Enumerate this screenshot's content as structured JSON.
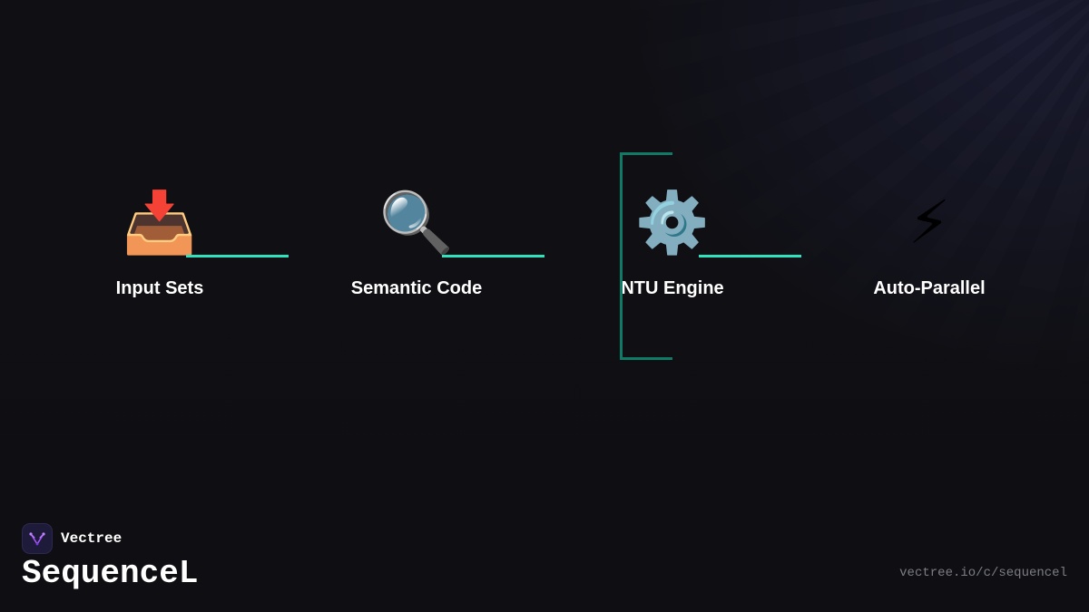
{
  "steps": [
    {
      "label": "Input Sets",
      "icon": "📥",
      "icon_name": "inbox-tray-icon"
    },
    {
      "label": "Semantic Code",
      "icon": "🔍",
      "icon_name": "magnifier-icon"
    },
    {
      "label": "NTU Engine",
      "icon": "⚙️",
      "icon_name": "gear-icon"
    },
    {
      "label": "Auto-Parallel",
      "icon": "⚡",
      "icon_name": "lightning-icon"
    }
  ],
  "brand": {
    "name": "Vectree",
    "product": "SequenceL",
    "url": "vectree.io/c/sequencel"
  },
  "colors": {
    "background": "#0f0f13",
    "connector": "#2ee3bd",
    "bracket": "#0f7a65",
    "logo_accent": "#a855f7"
  }
}
